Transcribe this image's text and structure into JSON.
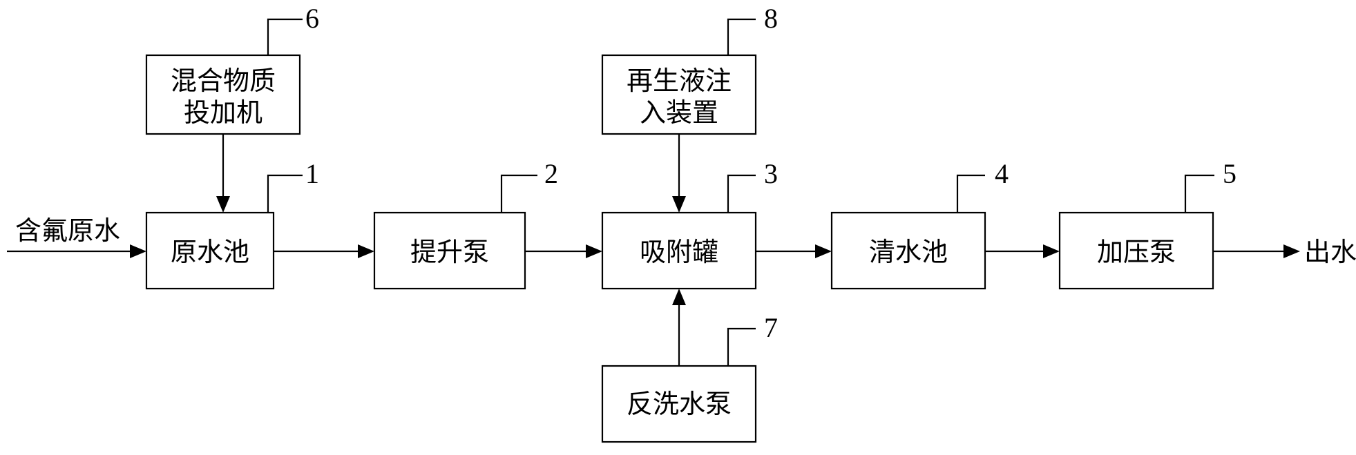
{
  "boxes": {
    "raw_water_tank": {
      "lines": [
        "原水池"
      ],
      "number": "1"
    },
    "lift_pump": {
      "lines": [
        "提升泵"
      ],
      "number": "2"
    },
    "adsorption_tank": {
      "lines": [
        "吸附罐"
      ],
      "number": "3"
    },
    "clear_water_tank": {
      "lines": [
        "清水池"
      ],
      "number": "4"
    },
    "booster_pump": {
      "lines": [
        "加压泵"
      ],
      "number": "5"
    },
    "mixture_dosing_machine": {
      "lines": [
        "混合物质",
        "投加机"
      ],
      "number": "6"
    },
    "backwash_pump": {
      "lines": [
        "反洗水泵"
      ],
      "number": "7"
    },
    "regenerant_injector": {
      "lines": [
        "再生液注",
        "入装置"
      ],
      "number": "8"
    }
  },
  "flow_labels": {
    "inlet": "含氟原水",
    "outlet": "出水"
  },
  "colors": {
    "line": "#000000",
    "background": "#ffffff"
  }
}
